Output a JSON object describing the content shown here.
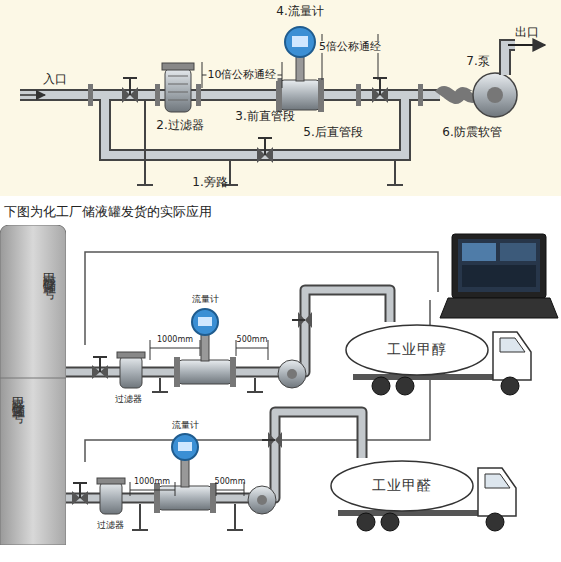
{
  "diagram": {
    "caption": "下图为化工厂储液罐发货的实际应用",
    "nodes": [
      {
        "text": [
          "甲醇储罐一号"
        ]
      },
      {
        "text": [
          "甲醛储罐二号"
        ]
      },
      {
        "text": [
          "工业甲醇"
        ]
      },
      {
        "text": [
          "工业甲醛"
        ]
      }
    ],
    "edges": [
      {
        "from": 0,
        "to": 2,
        "arrow": "none"
      },
      {
        "from": 1,
        "to": 3,
        "arrow": "none"
      }
    ],
    "labels": [
      "入口",
      "出口",
      "4.流量计",
      "10倍公称通经",
      "5倍公称通经",
      "2.过滤器",
      "3.前直管段",
      "5.后直管段",
      "6.防震软管",
      "7.泵",
      "1.旁路",
      "流量计",
      "1000mm",
      "500mm",
      "过滤器",
      "流量计",
      "1000mm",
      "500mm",
      "过滤器"
    ]
  }
}
